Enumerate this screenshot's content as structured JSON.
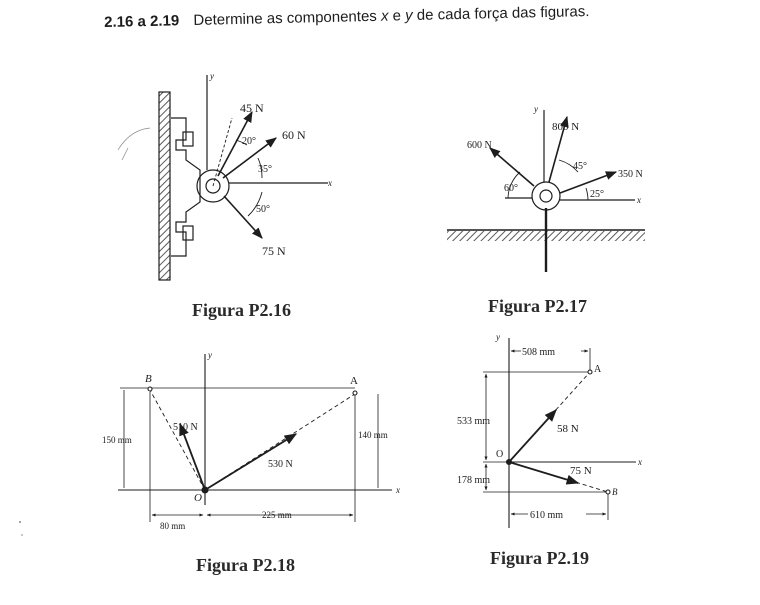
{
  "header": {
    "problem_numbers": "2.16 a 2.19",
    "instruction_prefix": "Determine as componentes",
    "var_x": "x",
    "conjunction": "e",
    "var_y": "y",
    "instruction_suffix": "de cada força das figuras."
  },
  "figures": {
    "p216": {
      "caption": "Figura P2.16",
      "forces": [
        "45 N",
        "60 N",
        "75 N"
      ],
      "angles": [
        "20°",
        "35°",
        "50°"
      ],
      "axes": {
        "x": "x",
        "y": "y"
      }
    },
    "p217": {
      "caption": "Figura P2.17",
      "forces": [
        "800 N",
        "600 N",
        "350 N"
      ],
      "angles": [
        "60°",
        "45°",
        "25°"
      ],
      "axes": {
        "x": "x",
        "y": "y"
      }
    },
    "p218": {
      "caption": "Figura P2.18",
      "forces": [
        "510 N",
        "530 N"
      ],
      "points": {
        "a": "A",
        "b": "B",
        "o": "O"
      },
      "dims": {
        "left_height": "150 mm",
        "right_height": "140 mm",
        "left_width": "80 mm",
        "right_width": "225 mm"
      },
      "axes": {
        "x": "x",
        "y": "y"
      }
    },
    "p219": {
      "caption": "Figura P2.19",
      "forces": [
        "58 N",
        "75 N"
      ],
      "points": {
        "a": "A",
        "b": "B",
        "o": "O"
      },
      "dims": {
        "top_width": "508 mm",
        "upper_height": "533 mm",
        "lower_height": "178 mm",
        "bottom_width": "610 mm"
      },
      "axes": {
        "x": "x",
        "y": "y"
      }
    }
  },
  "colors": {
    "ink": "#1d1d1d",
    "hatch": "#5a5a5a",
    "paper": "#ffffff"
  }
}
